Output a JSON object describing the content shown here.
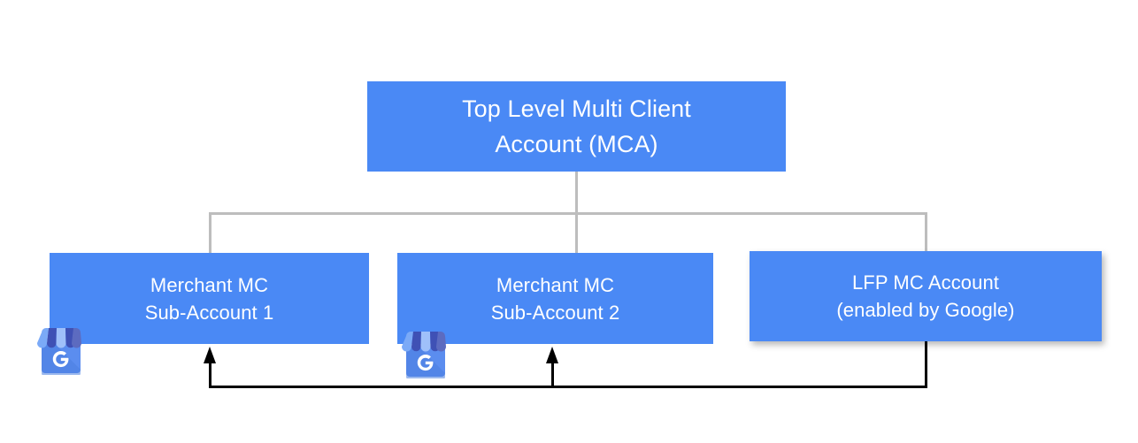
{
  "diagram": {
    "title_text": "Top Level Multi Client Account (MCA)",
    "root": {
      "line1": "Top Level Multi Client",
      "line2": "Account (MCA)"
    },
    "children": [
      {
        "id": "merchant-mc-sub-account-1",
        "line1": "Merchant MC",
        "line2": "Sub-Account 1",
        "icon": "google-business-profile-icon"
      },
      {
        "id": "merchant-mc-sub-account-2",
        "line1": "Merchant MC",
        "line2": "Sub-Account 2",
        "icon": "google-business-profile-icon"
      },
      {
        "id": "lfp-mc-account",
        "line1": "LFP MC Account",
        "line2": "(enabled by Google)",
        "icon": null
      }
    ],
    "icons": {
      "google_business_profile": {
        "name": "google-business-profile-icon",
        "letter": "G"
      }
    },
    "colors": {
      "node_fill": "#4a89f5",
      "node_text": "#ffffff",
      "tree_connector": "#bdbdbd",
      "feedback_connector": "#000000",
      "background": "#ffffff",
      "icon_awning_light": "#7baaf7",
      "icon_awning_dark": "#3f51b5",
      "icon_body": "#5b8def"
    }
  }
}
